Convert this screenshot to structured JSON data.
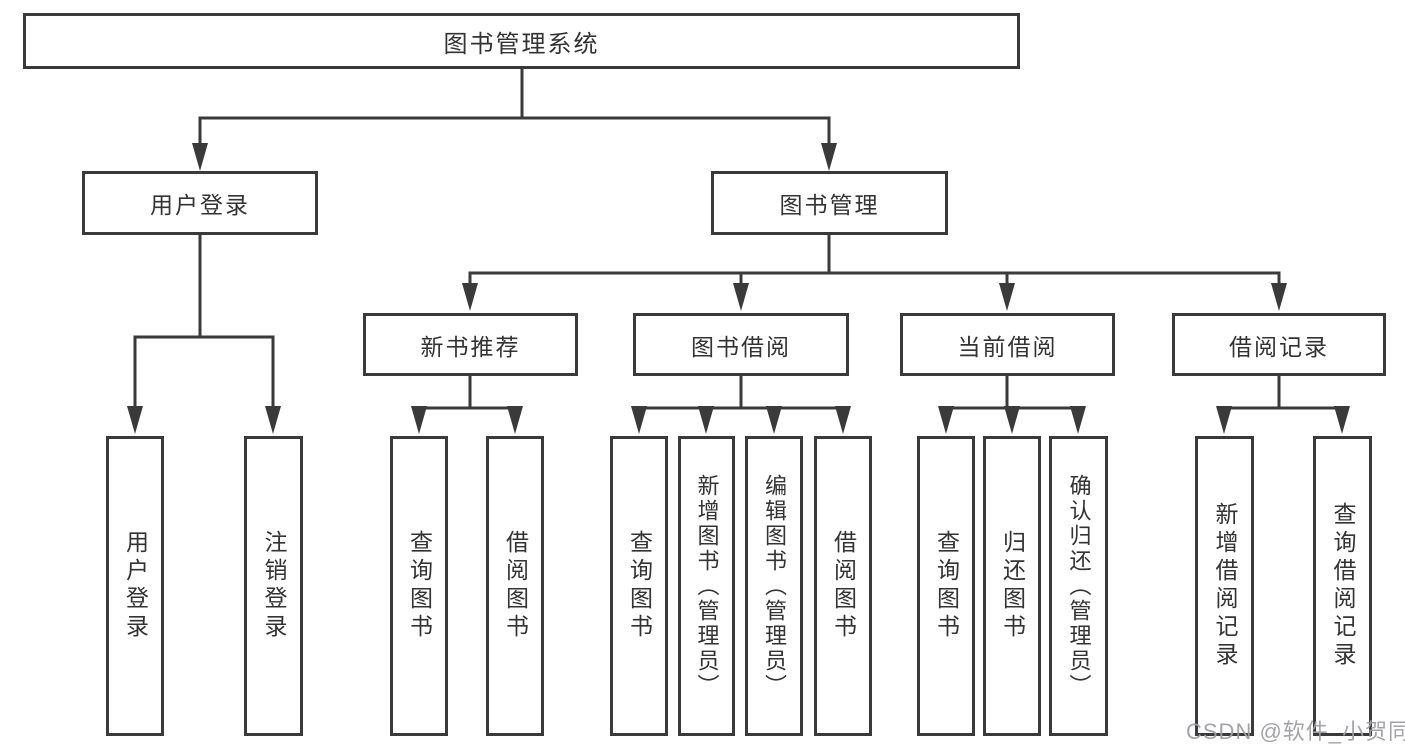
{
  "tree": {
    "root": {
      "label": "图书管理系统",
      "children": [
        {
          "label": "用户登录",
          "children": [
            {
              "label": "用户登录"
            },
            {
              "label": "注销登录"
            }
          ]
        },
        {
          "label": "图书管理",
          "children": [
            {
              "label": "新书推荐",
              "children": [
                {
                  "label": "查询图书"
                },
                {
                  "label": "借阅图书"
                }
              ]
            },
            {
              "label": "图书借阅",
              "children": [
                {
                  "label": "查询图书"
                },
                {
                  "label": "新增图书（管理员）"
                },
                {
                  "label": "编辑图书（管理员）"
                },
                {
                  "label": "借阅图书"
                }
              ]
            },
            {
              "label": "当前借阅",
              "children": [
                {
                  "label": "查询图书"
                },
                {
                  "label": "归还图书"
                },
                {
                  "label": "确认归还（管理员）"
                }
              ]
            },
            {
              "label": "借阅记录",
              "children": [
                {
                  "label": "新增借阅记录"
                },
                {
                  "label": "查询借阅记录"
                }
              ]
            }
          ]
        }
      ]
    }
  },
  "watermark": {
    "text": "CSDN @软件_小贺同学"
  },
  "colors": {
    "line": "#3a3a3a",
    "text": "#333333",
    "background": "#ffffff",
    "watermark": "#9e9ea4"
  }
}
